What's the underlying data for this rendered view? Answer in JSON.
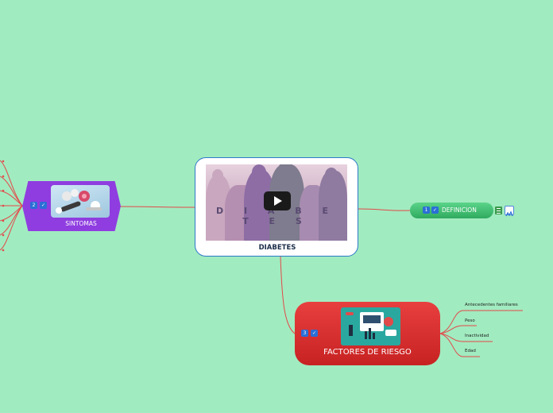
{
  "center": {
    "title": "DIABETES",
    "image_text": "D I A B E T E S"
  },
  "definicion": {
    "number": "1",
    "label": "DEFINICION"
  },
  "sintomas": {
    "number": "2",
    "label": "SINTOMAS"
  },
  "factores": {
    "number": "3",
    "label": "FACTORES DE RIESGO",
    "children": [
      "Antecedentes familiares",
      "Peso",
      "Inactividad",
      "Edad"
    ]
  },
  "colors": {
    "background": "#a1ebc0",
    "center_border": "#2c79c9",
    "definicion": "#2faa5e",
    "sintomas": "#8f3de0",
    "factores": "#d62e2e",
    "connector": "#e24a4a"
  }
}
